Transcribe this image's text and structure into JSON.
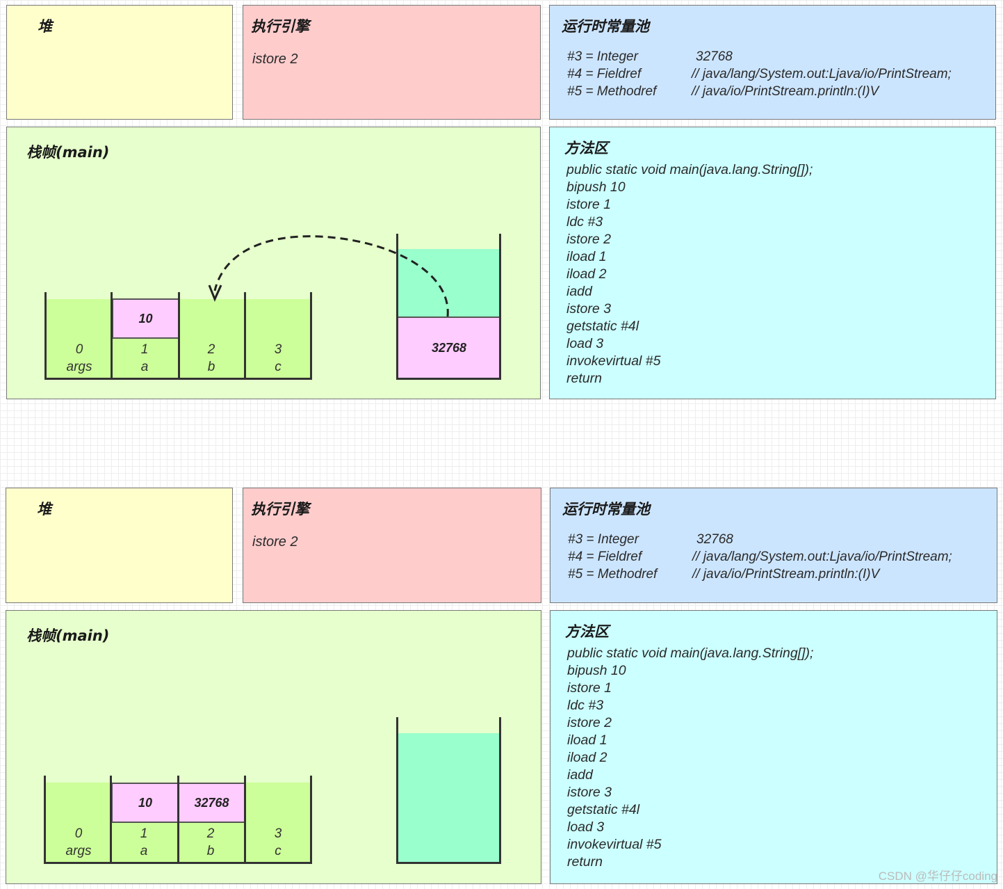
{
  "diagrams": [
    {
      "heap": {
        "title": "堆"
      },
      "engine": {
        "title": "执行引擎",
        "instruction": "istore 2"
      },
      "pool": {
        "title": "运行时常量池",
        "entries": [
          {
            "ref": "#3 = Integer",
            "value": "32768"
          },
          {
            "ref": "#4 = Fieldref",
            "value": "// java/lang/System.out:Ljava/io/PrintStream;"
          },
          {
            "ref": "#5 = Methodref",
            "value": "// java/io/PrintStream.println:(I)V"
          }
        ]
      },
      "frame": {
        "title": "栈帧(main)",
        "locals": [
          {
            "index": "0",
            "name": "args",
            "value": ""
          },
          {
            "index": "1",
            "name": "a",
            "value": "10"
          },
          {
            "index": "2",
            "name": "b",
            "value": ""
          },
          {
            "index": "3",
            "name": "c",
            "value": ""
          }
        ],
        "operand_stack": [
          "32768"
        ]
      },
      "method": {
        "title": "方法区",
        "signature": "public static void main(java.lang.String[]);",
        "code": [
          "bipush 10",
          "istore 1",
          "ldc #3",
          "istore 2",
          "iload 1",
          "iload 2",
          "iadd",
          "istore 3",
          "getstatic #4l",
          "load 3",
          "invokevirtual #5",
          "return"
        ]
      }
    },
    {
      "heap": {
        "title": "堆"
      },
      "engine": {
        "title": "执行引擎",
        "instruction": "istore 2"
      },
      "pool": {
        "title": "运行时常量池",
        "entries": [
          {
            "ref": "#3 = Integer",
            "value": "32768"
          },
          {
            "ref": "#4 = Fieldref",
            "value": "// java/lang/System.out:Ljava/io/PrintStream;"
          },
          {
            "ref": "#5 = Methodref",
            "value": "// java/io/PrintStream.println:(I)V"
          }
        ]
      },
      "frame": {
        "title": "栈帧(main)",
        "locals": [
          {
            "index": "0",
            "name": "args",
            "value": ""
          },
          {
            "index": "1",
            "name": "a",
            "value": "10"
          },
          {
            "index": "2",
            "name": "b",
            "value": "32768"
          },
          {
            "index": "3",
            "name": "c",
            "value": ""
          }
        ],
        "operand_stack": []
      },
      "method": {
        "title": "方法区",
        "signature": "public static void main(java.lang.String[]);",
        "code": [
          "bipush 10",
          "istore 1",
          "ldc #3",
          "istore 2",
          "iload 1",
          "iload 2",
          "iadd",
          "istore 3",
          "getstatic #4l",
          "load 3",
          "invokevirtual #5",
          "return"
        ]
      }
    }
  ],
  "watermark": "CSDN @华仔仔coding"
}
